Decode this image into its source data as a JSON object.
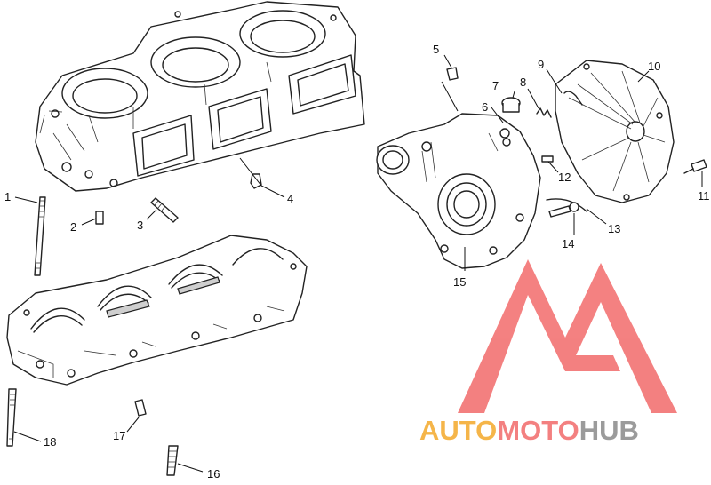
{
  "callouts": [
    {
      "id": "1",
      "label": "1"
    },
    {
      "id": "2",
      "label": "2"
    },
    {
      "id": "3",
      "label": "3"
    },
    {
      "id": "4",
      "label": "4"
    },
    {
      "id": "5",
      "label": "5"
    },
    {
      "id": "6",
      "label": "6"
    },
    {
      "id": "7",
      "label": "7"
    },
    {
      "id": "8",
      "label": "8"
    },
    {
      "id": "9",
      "label": "9"
    },
    {
      "id": "10",
      "label": "10"
    },
    {
      "id": "11",
      "label": "11"
    },
    {
      "id": "12",
      "label": "12"
    },
    {
      "id": "13",
      "label": "13"
    },
    {
      "id": "14",
      "label": "14"
    },
    {
      "id": "15",
      "label": "15"
    },
    {
      "id": "16",
      "label": "16"
    },
    {
      "id": "17",
      "label": "17"
    },
    {
      "id": "18",
      "label": "18"
    }
  ],
  "watermark": {
    "part1": "AUTO",
    "part2": "MOTO",
    "part3": "HUB",
    "color_part1": "#f4a92a",
    "color_part2": "#f26b6b",
    "color_part3": "#8a8a8a",
    "logo_color": "#f26b6b"
  }
}
